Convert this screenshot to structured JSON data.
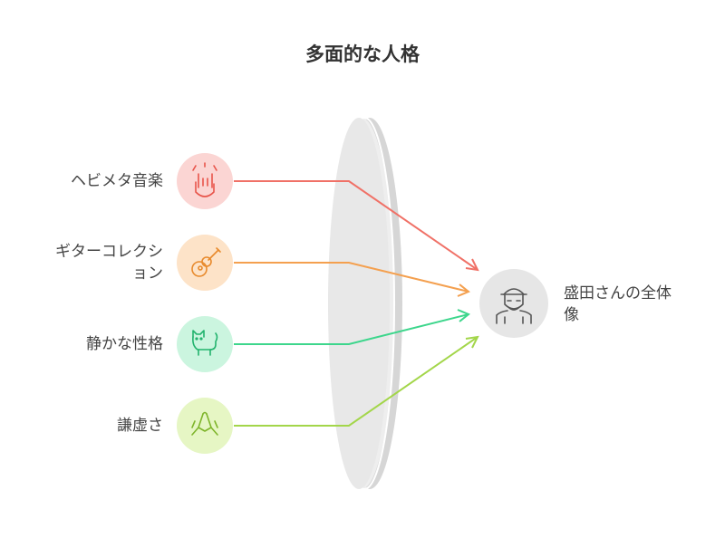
{
  "title": "多面的な人格",
  "inputs": [
    {
      "label": "ヘビメタ音楽",
      "icon": "rock-hand-icon",
      "color": "#f07167",
      "circle": "#fbd5d3"
    },
    {
      "label": "ギターコレクション",
      "label_lines": [
        "ギターコレクシ",
        "ョン"
      ],
      "icon": "guitar-icon",
      "color": "#f4a04f",
      "circle": "#fde3c8"
    },
    {
      "label": "静かな性格",
      "icon": "cat-icon",
      "color": "#3dd68c",
      "circle": "#cbf5df"
    },
    {
      "label": "謙虚さ",
      "icon": "praying-hands-icon",
      "color": "#a3d64a",
      "circle": "#e6f6c4"
    }
  ],
  "target": {
    "label": "盛田さんの全体像",
    "label_lines": [
      "盛田さんの全体",
      "像"
    ],
    "icon": "bearded-man-icon",
    "circle": "#e6e6e6"
  },
  "lens_color": "#e3e3e3"
}
